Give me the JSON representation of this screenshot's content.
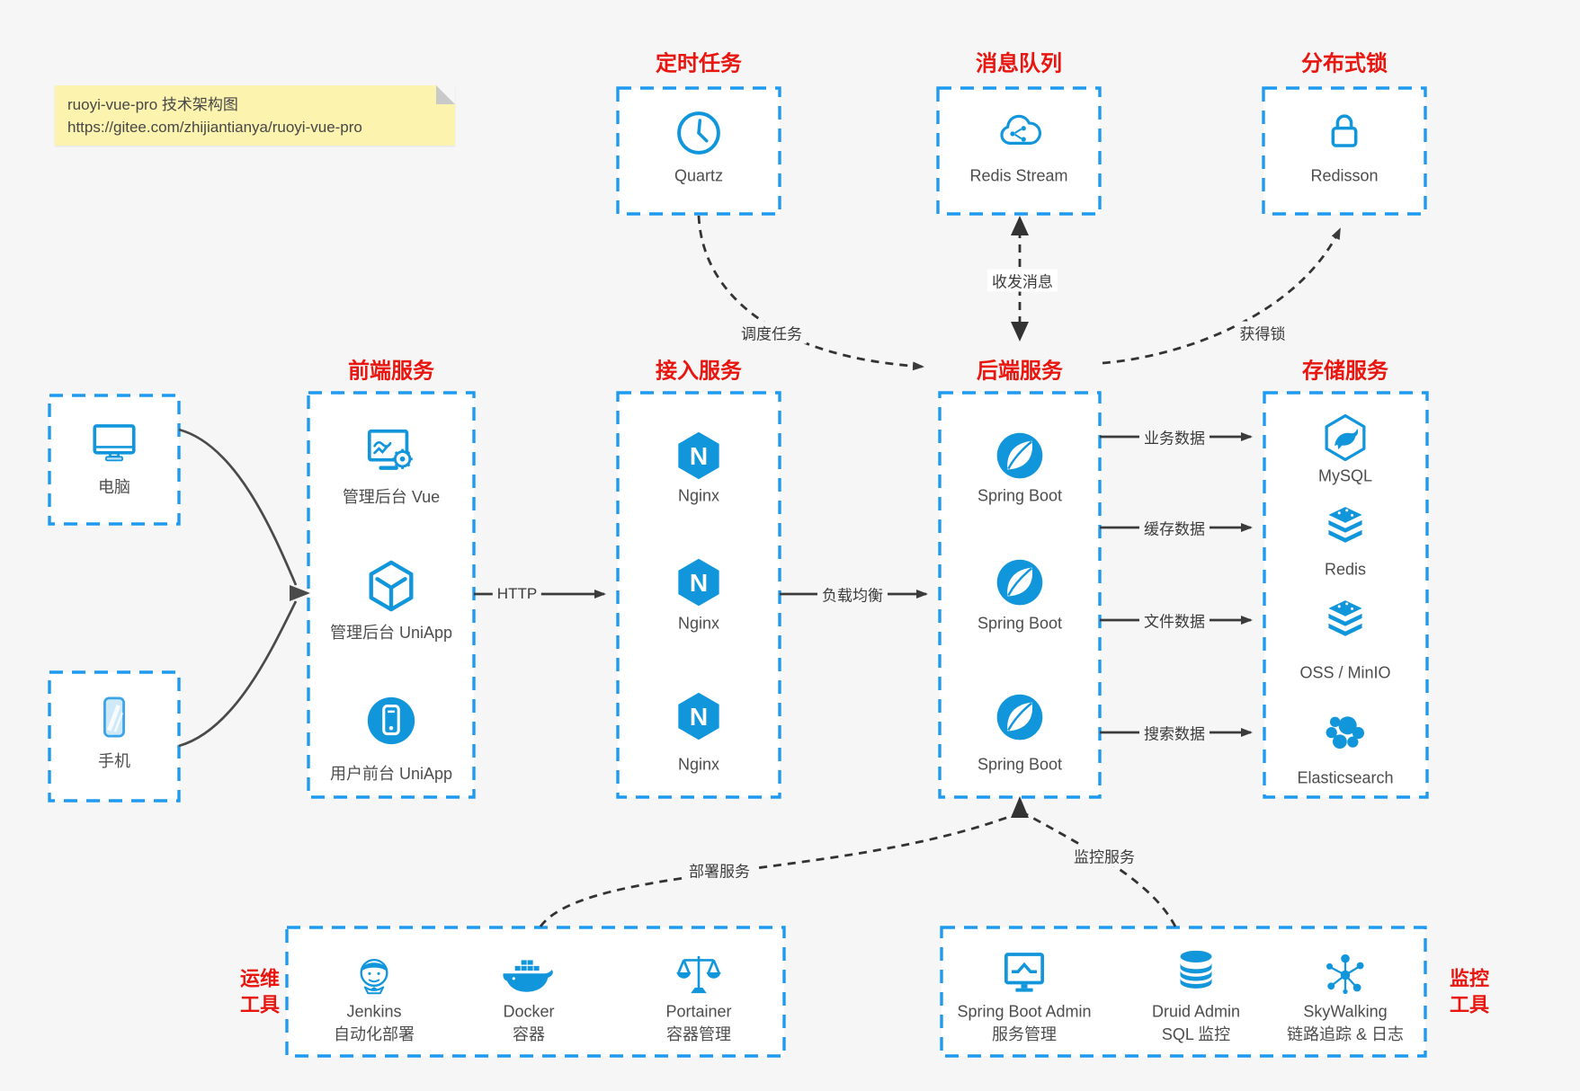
{
  "note": {
    "line1": "ruoyi-vue-pro 技术架构图",
    "line2": "https://gitee.com/zhijiantianya/ruoyi-vue-pro"
  },
  "top_services": [
    {
      "title": "定时任务",
      "item": "Quartz",
      "icon": "clock-icon"
    },
    {
      "title": "消息队列",
      "item": "Redis Stream",
      "icon": "cloud-network-icon"
    },
    {
      "title": "分布式锁",
      "item": "Redisson",
      "icon": "lock-icon"
    }
  ],
  "clients": [
    {
      "label": "电脑",
      "icon": "desktop-icon"
    },
    {
      "label": "手机",
      "icon": "phone-icon"
    }
  ],
  "frontend": {
    "title": "前端服务",
    "items": [
      "管理后台 Vue",
      "管理后台 UniApp",
      "用户前台 UniApp"
    ]
  },
  "gateway": {
    "title": "接入服务",
    "items": [
      "Nginx",
      "Nginx",
      "Nginx"
    ]
  },
  "backend": {
    "title": "后端服务",
    "items": [
      "Spring Boot",
      "Spring Boot",
      "Spring Boot"
    ]
  },
  "storage": {
    "title": "存储服务",
    "items": [
      "MySQL",
      "Redis",
      "OSS / MinIO",
      "Elasticsearch"
    ]
  },
  "edges": {
    "http": "HTTP",
    "load_balance": "负载均衡",
    "biz_data": "业务数据",
    "cache_data": "缓存数据",
    "file_data": "文件数据",
    "search_data": "搜索数据",
    "schedule": "调度任务",
    "messages": "收发消息",
    "acquire_lock": "获得锁",
    "deploy": "部署服务",
    "monitor": "监控服务"
  },
  "ops": {
    "title_lines": [
      "运维",
      "工具"
    ],
    "items": [
      {
        "name": "Jenkins",
        "desc": "自动化部署",
        "icon": "jenkins-icon"
      },
      {
        "name": "Docker",
        "desc": "容器",
        "icon": "docker-icon"
      },
      {
        "name": "Portainer",
        "desc": "容器管理",
        "icon": "portainer-icon"
      }
    ]
  },
  "monitoring": {
    "title_lines": [
      "监控",
      "工具"
    ],
    "items": [
      {
        "name": "Spring Boot Admin",
        "desc": "服务管理",
        "icon": "chart-monitor-icon"
      },
      {
        "name": "Druid Admin",
        "desc": "SQL 监控",
        "icon": "database-icon"
      },
      {
        "name": "SkyWalking",
        "desc": "链路追踪 & 日志",
        "icon": "topology-icon"
      }
    ]
  },
  "colors": {
    "accent_blue": "#1296db",
    "border_blue": "#1e9bf0",
    "title_red": "#e8160f",
    "line_dark": "#3b3b3b",
    "note_bg": "#fbf3ae",
    "canvas_bg": "#f6f6f7"
  }
}
